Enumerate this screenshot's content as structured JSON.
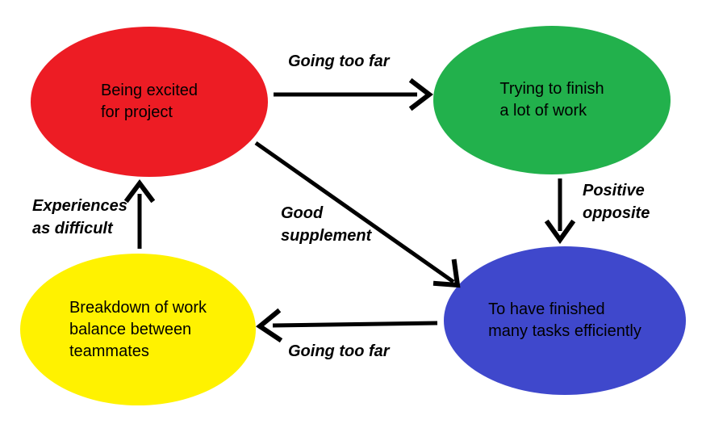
{
  "diagram": {
    "background_color": "#ffffff",
    "text_color": "#000000",
    "arrow_color": "#000000",
    "nodes": [
      {
        "id": "being-excited",
        "label": "Being excited\nfor project",
        "color": "#ed1c24"
      },
      {
        "id": "trying-to-finish",
        "label": "Trying to finish\na lot of work",
        "color": "#22b14c"
      },
      {
        "id": "finished-tasks",
        "label": "To have finished\nmany tasks efficiently",
        "color": "#3f48cc"
      },
      {
        "id": "breakdown",
        "label": "Breakdown of work\nbalance between\nteammates",
        "color": "#fff200"
      }
    ],
    "edges": [
      {
        "from": "being-excited",
        "to": "trying-to-finish",
        "label": "Going too far"
      },
      {
        "from": "trying-to-finish",
        "to": "finished-tasks",
        "label": "Positive\nopposite"
      },
      {
        "from": "being-excited",
        "to": "finished-tasks",
        "label": "Good\nsupplement"
      },
      {
        "from": "finished-tasks",
        "to": "breakdown",
        "label": "Going too far"
      },
      {
        "from": "breakdown",
        "to": "being-excited",
        "label": "Experiences\nas difficult"
      }
    ]
  }
}
